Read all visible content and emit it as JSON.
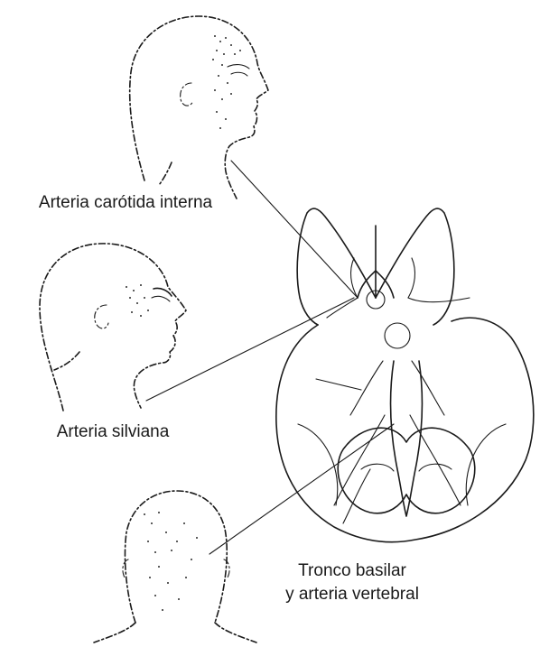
{
  "labels": {
    "carotid": "Arteria carótida interna",
    "sylvian": "Arteria silviana",
    "basilar_line1": "Tronco basilar",
    "basilar_line2": "y arteria vertebral"
  },
  "colors": {
    "ink": "#1a1a1a",
    "background": "#ffffff"
  }
}
